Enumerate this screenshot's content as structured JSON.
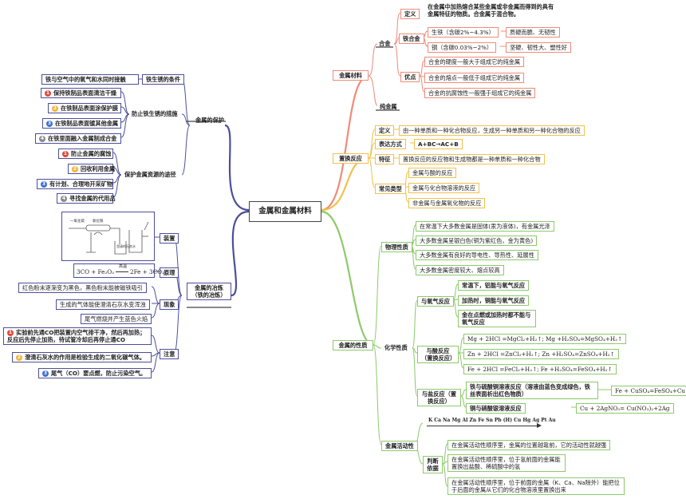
{
  "root": "金属和金属材料",
  "right": {
    "materials": {
      "title": "金属材料",
      "alloy": "合金",
      "pure": "纯金属",
      "definition_label": "定义",
      "definition_text": "在金属中加热熔合某些金属或非金属而得到的具有金属特征的物质。合金属于混合物。",
      "iron_alloy": "铁合金",
      "pig_iron": "生铁（含碳2%~4.3%）",
      "pig_iron_prop": "质硬而脆、无韧性",
      "steel": "钢（含碳0.03%~2%）",
      "steel_prop": "坚硬、韧性大、塑性好",
      "advantages_label": "优点",
      "advantages": [
        "合金的硬度一般大于组成它的纯金属",
        "合金的熔点一般低于组成它的纯金属",
        "合金的抗腐蚀性一般强于组成它的纯金属"
      ]
    },
    "displacement": {
      "title": "置换反应",
      "definition_label": "定义",
      "definition_text": "由一种单质和一种化合物反应，生成另一种单质和另一种化合物的反应",
      "expression_label": "表达方式",
      "expression_text": "A+BC→AC+B",
      "feature_label": "特征",
      "feature_text": "置换反应的反应物和生成物都是一种单质和一种化合物",
      "common_label": "常见类型",
      "common_types": [
        "金属与酸的反应",
        "金属与化合物溶液的反应",
        "非金属与金属氧化物的反应"
      ]
    },
    "properties": {
      "title": "金属的性质",
      "physical_label": "物理性质",
      "physical": [
        "在常温下大多数金属是固体(汞为液体)，有金属光泽",
        "大多数金属呈银白色(铜为紫红色，金为黄色)",
        "大多数金属有良好的导电性、导热性、延展性",
        "大多数金属密度较大、熔点较高"
      ],
      "chemical_label": "化学性质",
      "oxygen_label": "与氧气反应",
      "oxygen": [
        "常温下，铝能与氧气反应",
        "加热时，铜能与氧气反应",
        "金在点燃或加热时都不能与氧气反应"
      ],
      "acid_label": "与酸反应（置换反应）",
      "acid": [
        "Mg + 2HCl =MgCl₂+H₂↑; Mg +H₂SO₄=MgSO₄+H₂↑",
        "Zn + 2HCl =ZnCl₂+H₂↑; Zn +H₂SO₄=ZnSO₄+H₂↑",
        "Fe + 2HCl =FeCl₂+H₂↑; Fe +H₂SO₄=FeSO₄+H₂↑"
      ],
      "salt_label": "与盐反应（置换反应）",
      "salt_iron": "铁与硫酸铜溶液反应（溶液由蓝色变成绿色，铁丝表面析出红色物质）",
      "salt_iron_eq": "Fe + CuSO₄=FeSO₄+Cu",
      "salt_copper": "铜与硝酸银溶液反应",
      "salt_copper_eq": "Cu + 2AgNO₃= Cu(NO₃)₂+2Ag",
      "activity_label": "金属活动性",
      "activity_series": "K Ca Na Mg Al Zn Fe Sn Pb (H) Cu Hg Ag Pt Au",
      "judge_label": "判断依据",
      "judge": [
        "在金属活动性顺序里，金属的位置越靠前，它的活动性就越强",
        "在金属活动性顺序里，位于氢前面的金属能置换出盐酸、稀硫酸中的氢",
        "在金属活动性顺序里，位于前面的金属（K、Ca、Na除外）能把位于后面的金属从它们的化合物溶液里置换出来"
      ]
    }
  },
  "left": {
    "protection": {
      "title": "金属的保护",
      "rust_cond_label": "铁生锈的条件",
      "rust_cond_text": "铁与空气中的氧气和水同时接触",
      "prevent_label": "防止铁生锈的措施",
      "prevent": [
        "保持铁制品表面清洁干燥",
        "在铁制品表面涂保护膜",
        "在铁制品表面镀其他金属",
        "在铁里面融入金属制成合金"
      ],
      "resource_label": "保护金属资源的途径",
      "resource": [
        "防止金属的腐蚀",
        "回收利用金属",
        "有计划、合理地开采矿物",
        "寻找金属的代用品"
      ]
    },
    "smelting": {
      "title": "金属的冶炼（铁的冶炼）",
      "device_label": "装置",
      "apparatus_labels": [
        "一氧化碳",
        "氧化铁",
        "澄清的石灰水"
      ],
      "principle_label": "原理",
      "principle_eq_left": "3CO + Fe₂O₃",
      "principle_cond": "高温",
      "principle_eq_right": "2Fe + 3CO₂",
      "phenomenon_label": "现象",
      "phenomena": [
        "红色粉末逐渐变为黑色，黑色粉末能被磁铁吸引",
        "生成的气体能使澄清石灰水变浑浊",
        "尾气燃烧并产生蓝色火焰"
      ],
      "notes_label": "注意",
      "notes": [
        "实验前先通CO把装置内空气排干净，然后再加热；反应后先停止加热，待试管冷却后再停止通CO",
        "澄清石灰水的作用是检验生成的二氧化碳气体。",
        "尾气（CO）要点燃，防止污染空气。"
      ]
    }
  },
  "colors": {
    "materials": "#ef8b78",
    "displacement": "#f1c14a",
    "properties": "#8dc96a",
    "left": "#4c4f9a"
  }
}
